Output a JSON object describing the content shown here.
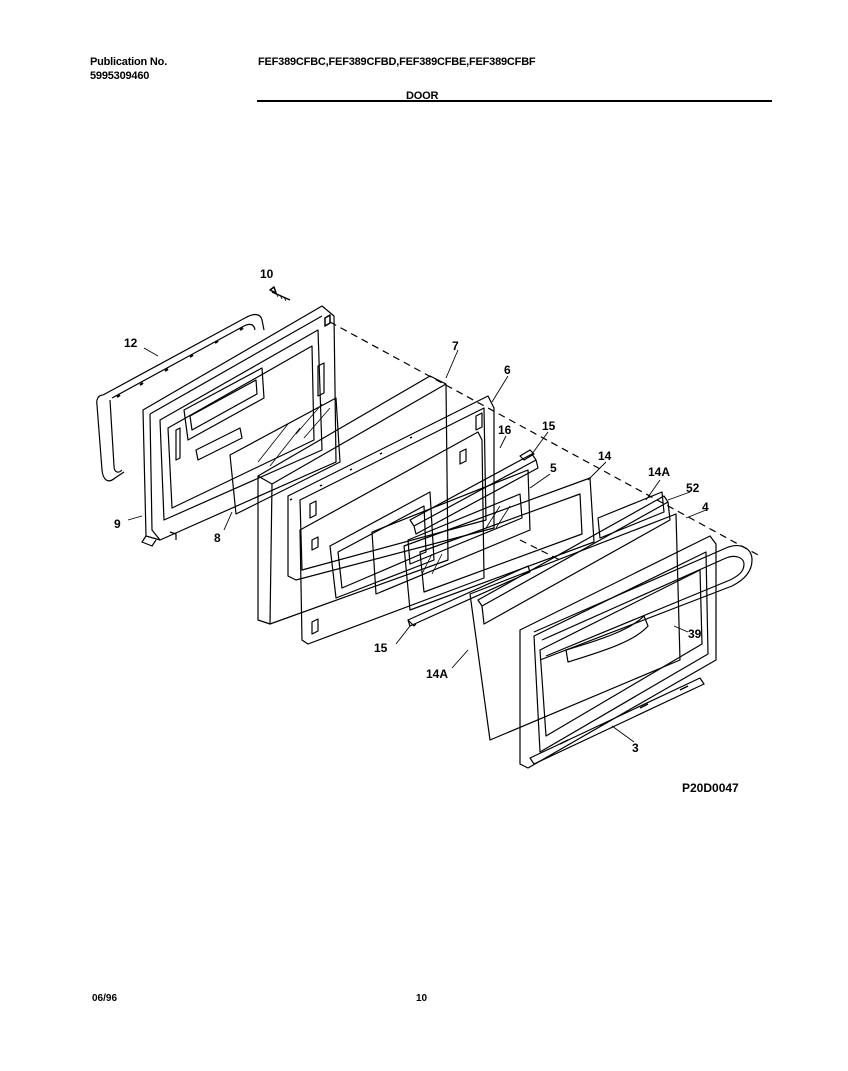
{
  "header": {
    "publication_label": "Publication No.",
    "publication_number": "5995309460",
    "models": "FEF389CFBC,FEF389CFBD,FEF389CFBE,FEF389CFBF",
    "section_title": "DOOR"
  },
  "callouts": {
    "p10": "10",
    "p12": "12",
    "p7": "7",
    "p6": "6",
    "p16": "16",
    "p15_top": "15",
    "p5": "5",
    "p14": "14",
    "p14a_top": "14A",
    "p52": "52",
    "p4": "4",
    "p9": "9",
    "p8": "8",
    "p39": "39",
    "p15_bottom": "15",
    "p14a_bottom": "14A",
    "p3": "3"
  },
  "figure_code": "P20D0047",
  "footer": {
    "date": "06/96",
    "page": "10"
  }
}
